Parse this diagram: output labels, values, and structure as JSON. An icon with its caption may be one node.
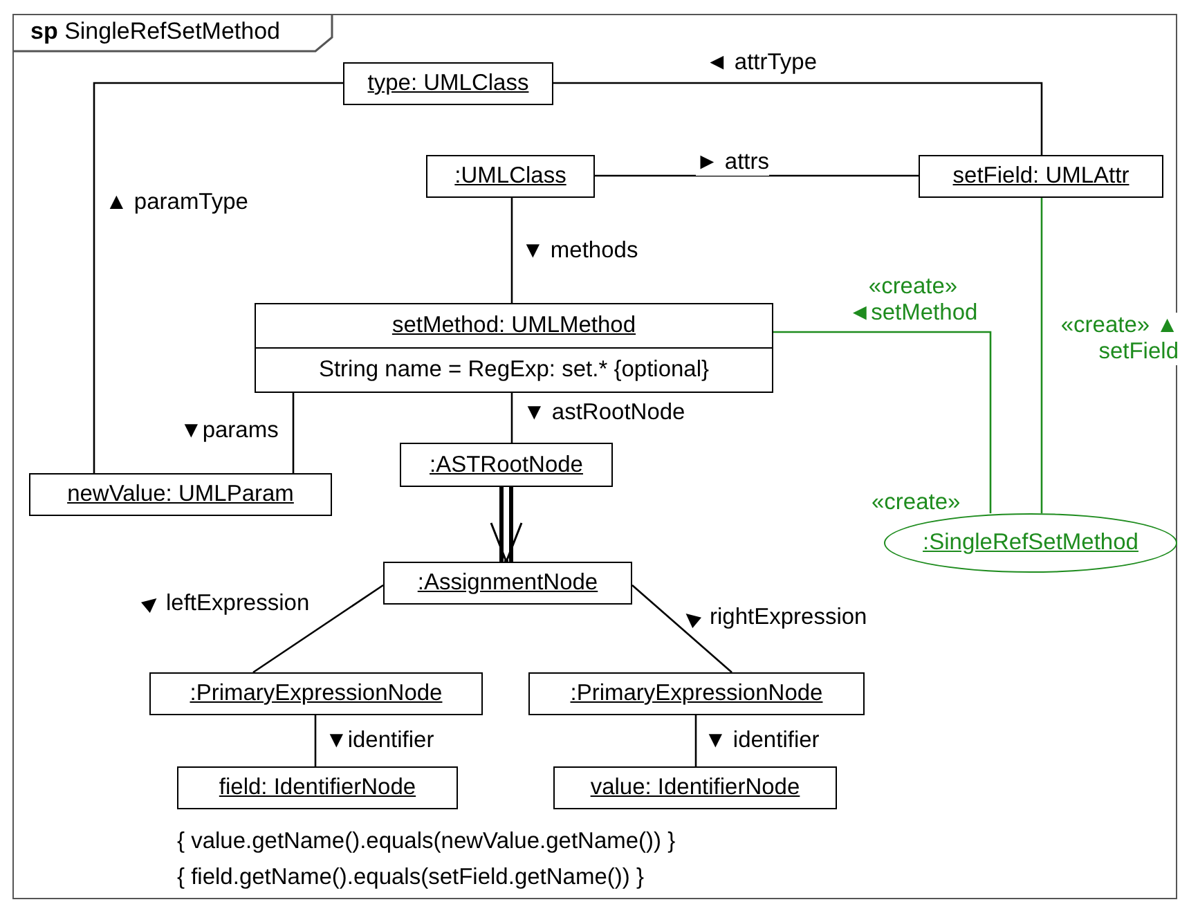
{
  "diagram": {
    "title": "**sp** SingleRefSetMethod",
    "nodes": [
      {
        "text": [
          "type: UMLClass"
        ]
      },
      {
        "text": [
          ":UMLClass"
        ]
      },
      {
        "text": [
          "setField: UMLAttr"
        ]
      },
      {
        "text": [
          "setMethod: UMLMethod",
          "String name = RegExp: set.* {optional}"
        ]
      },
      {
        "text": [
          "newValue: UMLParam"
        ]
      },
      {
        "text": [
          ":ASTRootNode"
        ]
      },
      {
        "text": [
          ":AssignmentNode"
        ]
      },
      {
        "text": [
          ":PrimaryExpressionNode"
        ]
      },
      {
        "text": [
          ":PrimaryExpressionNode"
        ]
      },
      {
        "text": [
          "field: IdentifierNode"
        ]
      },
      {
        "text": [
          "value: IdentifierNode"
        ]
      },
      {
        "text": [
          ":SingleRefSetMethod"
        ],
        "beside": [
          "«create»"
        ]
      }
    ],
    "edges": [
      {
        "from": 0,
        "to": 2,
        "arrow": "none",
        "label": "◄ attrType"
      },
      {
        "from": 0,
        "to": 4,
        "arrow": "none",
        "label": "▲ paramType"
      },
      {
        "from": 1,
        "to": 2,
        "arrow": "none",
        "label": "► attrs"
      },
      {
        "from": 1,
        "to": 3,
        "arrow": "none",
        "label": "▼ methods"
      },
      {
        "from": 3,
        "to": 4,
        "arrow": "none",
        "label": "▼params"
      },
      {
        "from": 3,
        "to": 5,
        "arrow": "none",
        "label": "▼ astRootNode"
      },
      {
        "from": 5,
        "to": 6,
        "arrow": "to",
        "style": "thick"
      },
      {
        "from": 6,
        "to": 7,
        "arrow": "none",
        "label": "leftExpression"
      },
      {
        "from": 6,
        "to": 8,
        "arrow": "none",
        "label": "rightExpression"
      },
      {
        "from": 7,
        "to": 9,
        "arrow": "none",
        "label": "▼identifier"
      },
      {
        "from": 8,
        "to": 10,
        "arrow": "none",
        "label": "▼ identifier"
      },
      {
        "from": 3,
        "to": 11,
        "arrow": "none",
        "label": "«create» ◄setMethod",
        "color": "#1e8c1e"
      },
      {
        "from": 2,
        "to": 11,
        "arrow": "none",
        "label": "«create» ▲ setField",
        "color": "#1e8c1e"
      }
    ],
    "labels": [
      "{ value.getName().equals(newValue.getName()) }",
      "{ field.getName().equals(setField.getName()) }"
    ]
  }
}
